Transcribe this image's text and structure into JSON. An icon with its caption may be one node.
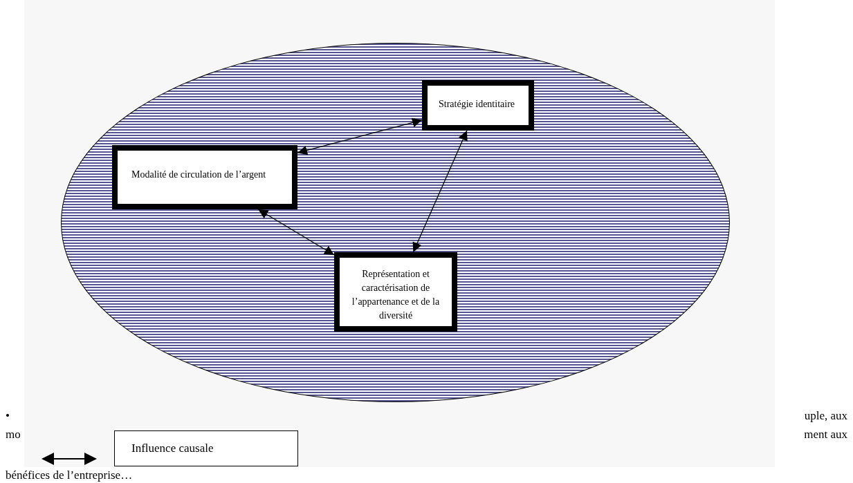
{
  "diagram": {
    "nodes": [
      {
        "text": [],
        "shape": "ellipse"
      },
      {
        "text": [
          "Stratégie identitaire"
        ],
        "in": 0
      },
      {
        "text": [
          "Modalité de circulation de l’argent"
        ],
        "in": 0
      },
      {
        "text": [
          "Représentation et caractérisation de l’appartenance et de la diversité"
        ],
        "in": 0
      }
    ],
    "edges": [
      {
        "from": 1,
        "to": 2,
        "arrow": "both"
      },
      {
        "from": 2,
        "to": 3,
        "arrow": "both"
      },
      {
        "from": 1,
        "to": 3,
        "arrow": "both"
      }
    ],
    "labels": [
      "•",
      "uple, aux",
      "mo",
      "ment aux",
      "bénéfices de l’entreprise…"
    ],
    "legend": [
      {
        "text": "Influence causale"
      }
    ]
  }
}
